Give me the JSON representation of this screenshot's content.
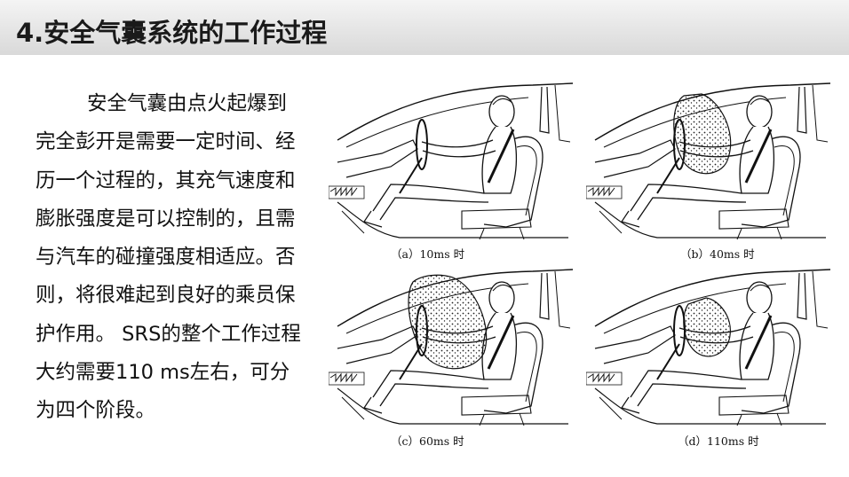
{
  "title": "4.安全气囊系统的工作过程",
  "paragraph": "安全气囊由点火起爆到完全彭开是需要一定时间、经历一个过程的，其充气速度和膨胀强度是可以控制的，且需与汽车的碰撞强度相适应。否则，将很难起到良好的乘员保护作用。 SRS的整个工作过程大约需要110 ms左右，可分为四个阶段。",
  "figures": [
    {
      "caption": "（a）10ms 时",
      "airbag": "none"
    },
    {
      "caption": "（b）40ms 时",
      "airbag": "full"
    },
    {
      "caption": "（c）60ms 时",
      "airbag": "compressed"
    },
    {
      "caption": "（d）110ms 时",
      "airbag": "deflated"
    }
  ]
}
